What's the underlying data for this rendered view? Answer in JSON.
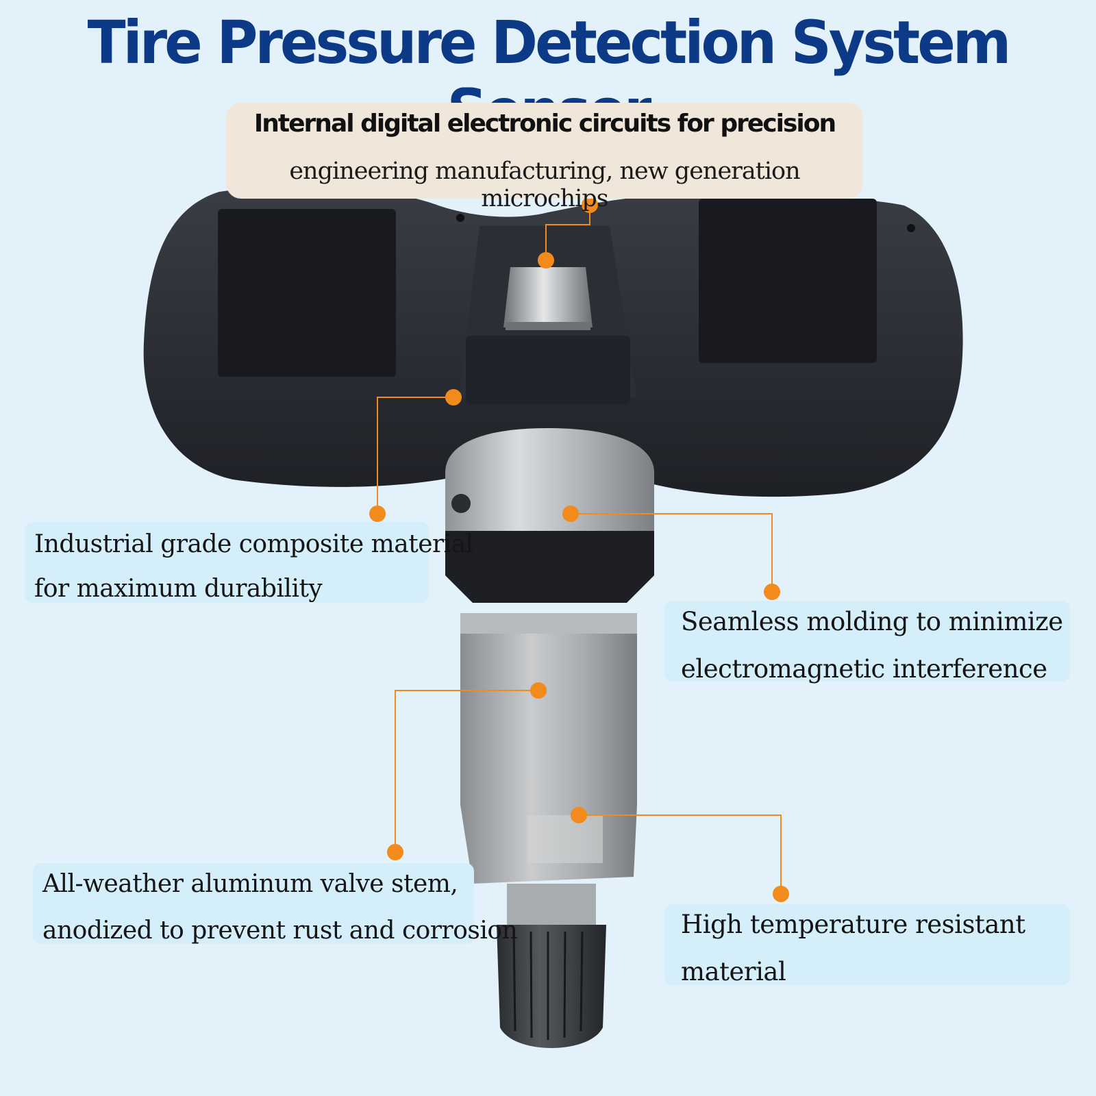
{
  "title": "Tire Pressure Detection System Sensor",
  "top_callout": {
    "line1": "Internal digital electronic circuits for precision",
    "line2": "engineering manufacturing, new generation microchips"
  },
  "callouts": {
    "composite": {
      "line1": "Industrial grade composite material",
      "line2": "for maximum durability"
    },
    "seamless": {
      "line1": "Seamless molding to minimize",
      "line2": "electromagnetic interference"
    },
    "valve_stem": {
      "line1": "All-weather aluminum valve stem,",
      "line2": "anodized to prevent rust and corrosion"
    },
    "high_temp": {
      "line1": "High temperature resistant",
      "line2": "material"
    }
  },
  "colors": {
    "background": "#e3f1fb",
    "title": "#0d3a86",
    "accent_dot": "#f28a1c",
    "callout_bg": "#d4eefa",
    "top_callout_bg": "#f0e6d9"
  },
  "icons": {
    "product": "tpms-sensor-illustration",
    "leader_marker": "orange-dot"
  }
}
